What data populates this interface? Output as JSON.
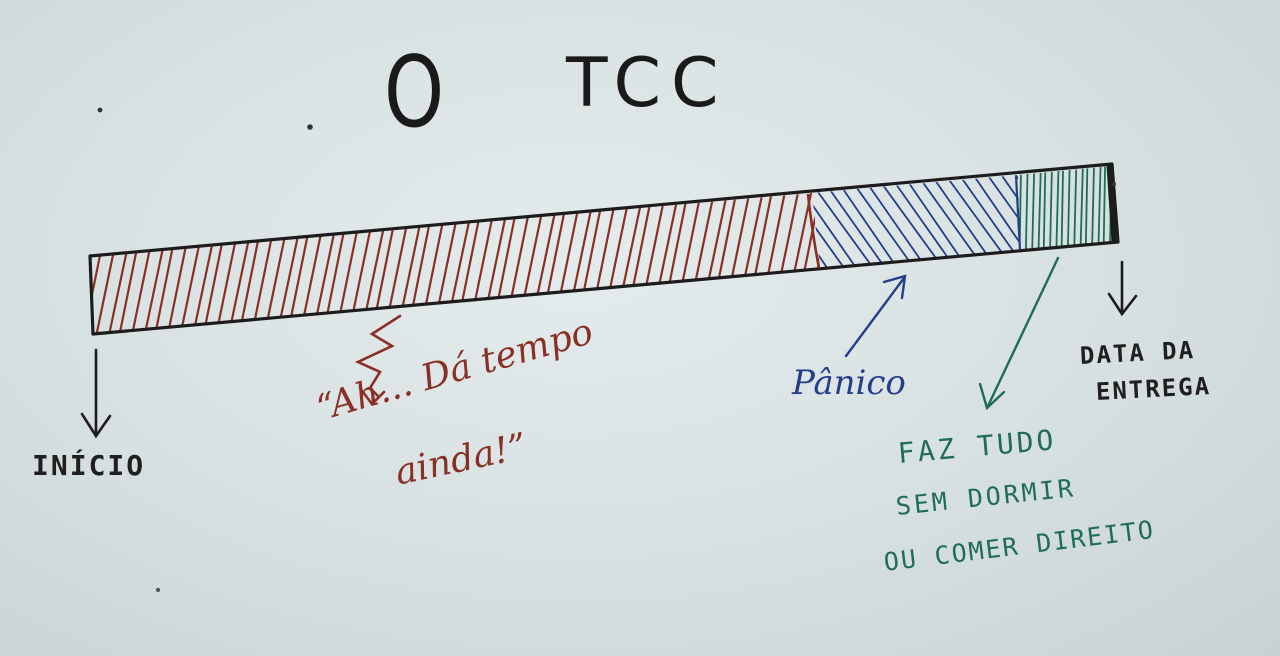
{
  "title": {
    "number": "O",
    "text": "TCC"
  },
  "stages": {
    "start_label": "INÍCIO",
    "procrastination_label_line1": "“Ah... Dá tempo",
    "procrastination_label_line2": "ainda!”",
    "panic_label": "Pânico",
    "rush_label_line1": "FAZ TUDO",
    "rush_label_line2": "SEM DORMIR",
    "rush_label_line3": "OU COMER DIREITO",
    "deadline_label_line1": "DATA DA",
    "deadline_label_line2": "ENTREGA"
  },
  "colors": {
    "ink": "#1f1f1f",
    "procrastination": "#8a2f24",
    "panic": "#243d8c",
    "rush": "#1f6d55",
    "paper": "#dde5e6"
  }
}
